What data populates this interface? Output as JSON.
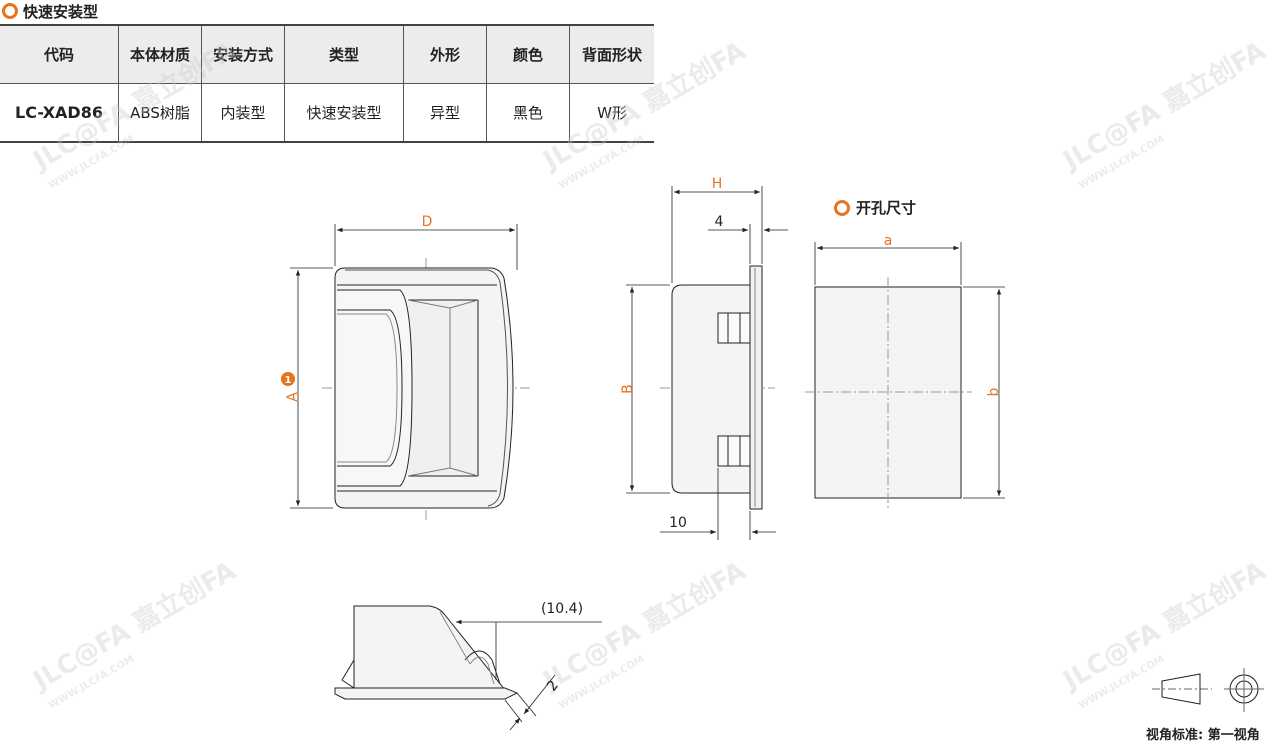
{
  "section_title": "快速安装型",
  "table": {
    "headers": [
      "代码",
      "本体材质",
      "安装方式",
      "类型",
      "外形",
      "颜色",
      "背面形状"
    ],
    "rows": [
      [
        "LC-XAD86",
        "ABS树脂",
        "内装型",
        "快速安装型",
        "异型",
        "黑色",
        "W形"
      ]
    ]
  },
  "dimensions": {
    "D": "D",
    "A": "A",
    "A_note": "1",
    "H": "H",
    "four": "4",
    "B": "B",
    "ten": "10",
    "a": "a",
    "b": "b",
    "ten_point_four": "(10.4)",
    "two": "2"
  },
  "hole_title": "开孔尺寸",
  "view_standard": "视角标准: 第一视角",
  "watermark": {
    "brand": "JLC@FA 嘉立创FA",
    "url": "WWW.JLCFA.COM"
  },
  "colors": {
    "accent": "#e8731e",
    "code_blue": "#2d6a9f"
  }
}
